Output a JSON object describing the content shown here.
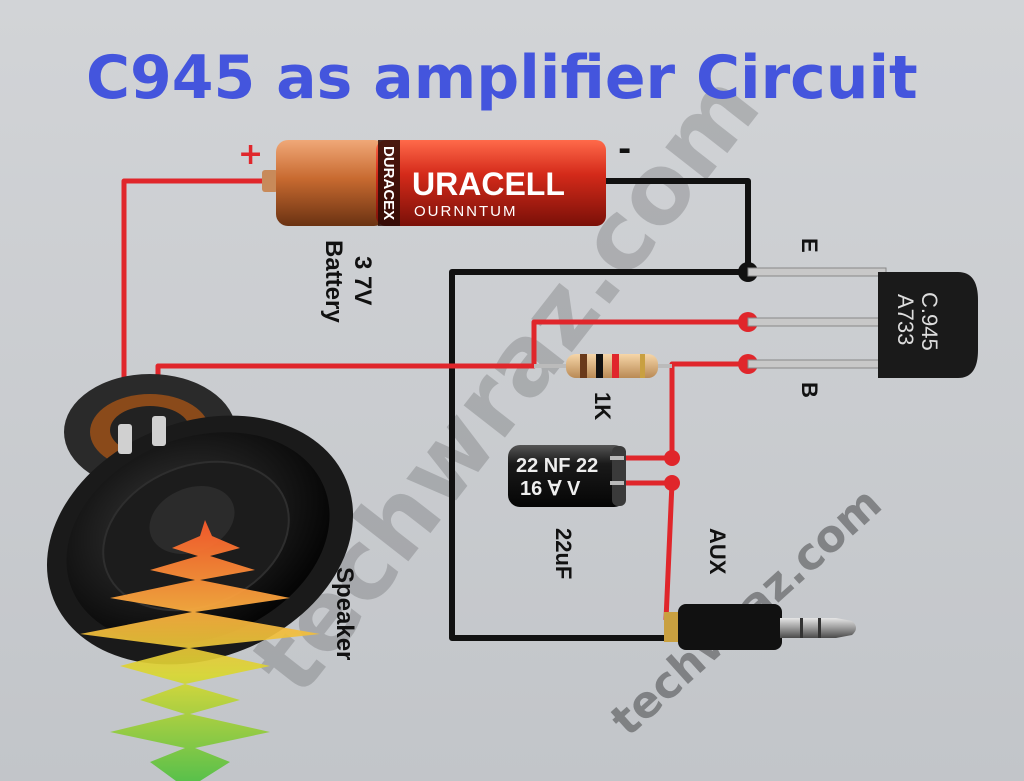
{
  "title": "C945 as amplifier Circuit",
  "battery": {
    "brand": "URACELL",
    "side_text": "DURACEX",
    "sub_brand": "OURNNTUM",
    "voltage_label": "3 7V",
    "caption": "Battery",
    "plus_sign": "+",
    "minus_sign": "-"
  },
  "transistor": {
    "line1": "C.945",
    "line2": "A733",
    "emitter_label": "E",
    "base_label": "B"
  },
  "resistor": {
    "label": "1K"
  },
  "capacitor": {
    "body_line1": "22 NF 22",
    "body_line2": "16 ∀ V",
    "label": "22uF"
  },
  "speaker": {
    "label": "Speaker"
  },
  "aux": {
    "label": "AUX"
  },
  "watermark": {
    "large": "techwraz.com",
    "small": "techwraz.com"
  },
  "colors": {
    "title": "#4455dd",
    "wire_red": "#e0262b",
    "wire_black": "#111111",
    "background": "#c9ccd0"
  }
}
